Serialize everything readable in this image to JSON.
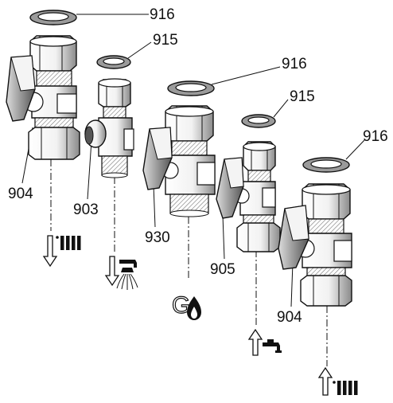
{
  "labels": {
    "seal_916_a": "916",
    "seal_915_a": "915",
    "seal_916_b": "916",
    "seal_915_b": "915",
    "seal_916_c": "916",
    "valve_904_a": "904",
    "valve_903": "903",
    "valve_930": "930",
    "valve_905": "905",
    "valve_904_b": "904"
  },
  "icons": {
    "heating_out": "heating-return-arrow-icon",
    "shower": "shower-outlet-icon",
    "gas": "gas-flame-icon",
    "tap_in": "cold-water-inlet-icon",
    "heating_in": "heating-flow-arrow-icon"
  },
  "gas_letter": "G"
}
